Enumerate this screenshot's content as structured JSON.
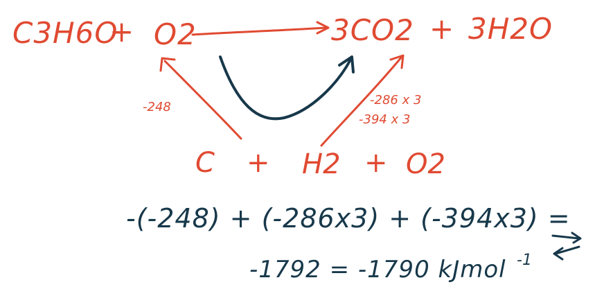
{
  "colors": {
    "equation_red": "#e04a32",
    "calculation_dark": "#17384a",
    "background": "#ffffff"
  },
  "top_equation": {
    "reactant_1": "C3H6O",
    "plus_1": "+",
    "reactant_2": "O2",
    "product_1": "3CO2",
    "plus_2": "+",
    "product_2": "3H2O"
  },
  "elements": {
    "element_1": "C",
    "plus_1": "+",
    "element_2": "H2",
    "plus_2": "+",
    "element_3": "O2"
  },
  "arrow_labels": {
    "left": "-248",
    "right_top": "-286 x 3",
    "right_bottom": "-394 x 3"
  },
  "calculation": {
    "line_1": "-(-248) + (-286x3) + (-394x3) =",
    "line_2": "-1792 = -1790 kJmol",
    "line_2_superscript": "-1"
  },
  "icons": {
    "equilibrium": "equilibrium-arrows-icon"
  }
}
